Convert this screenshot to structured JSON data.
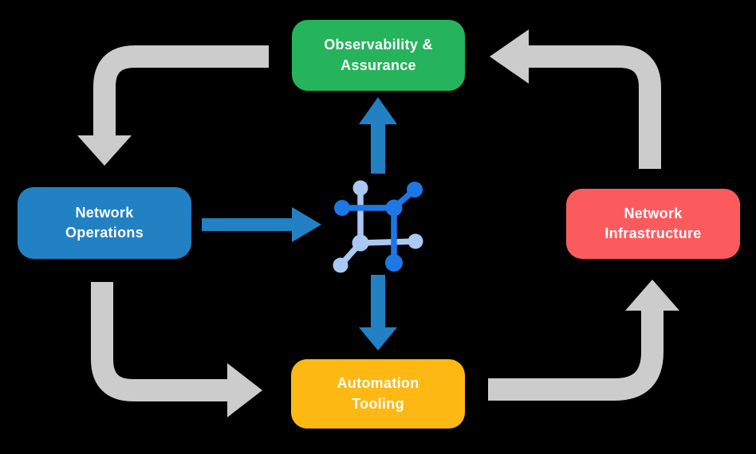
{
  "diagram": {
    "nodes": [
      {
        "id": "observability-assurance",
        "line1": "Observability &",
        "line2": "Assurance",
        "color": "#25b35c"
      },
      {
        "id": "network-operations",
        "line1": "Network",
        "line2": "Operations",
        "color": "#2181c3"
      },
      {
        "id": "network-infrastructure",
        "line1": "Network",
        "line2": "Infrastructure",
        "color": "#fc5b5e"
      },
      {
        "id": "automation-tooling",
        "line1": "Automation",
        "line2": "Tooling",
        "color": "#fdb813"
      }
    ],
    "cycle_flows": [
      {
        "from": "Observability & Assurance",
        "to": "Network Operations"
      },
      {
        "from": "Network Operations",
        "to": "Automation Tooling"
      },
      {
        "from": "Automation Tooling",
        "to": "Network Infrastructure"
      },
      {
        "from": "Network Infrastructure",
        "to": "Observability & Assurance"
      }
    ],
    "hub_flows": [
      {
        "from": "Network Operations",
        "to": "network-hub"
      },
      {
        "from": "network-hub",
        "to": "Observability & Assurance"
      },
      {
        "from": "network-hub",
        "to": "Automation Tooling"
      }
    ],
    "icons": {
      "hub": "network-hub-icon"
    },
    "colors": {
      "background": "#000000",
      "cycle_arrow": "#cccccc",
      "flow_arrow": "#2181c3",
      "icon_dark_blue": "#1d78e6",
      "icon_light_blue": "#a9c9f4",
      "label_text": "#ffffff"
    }
  }
}
